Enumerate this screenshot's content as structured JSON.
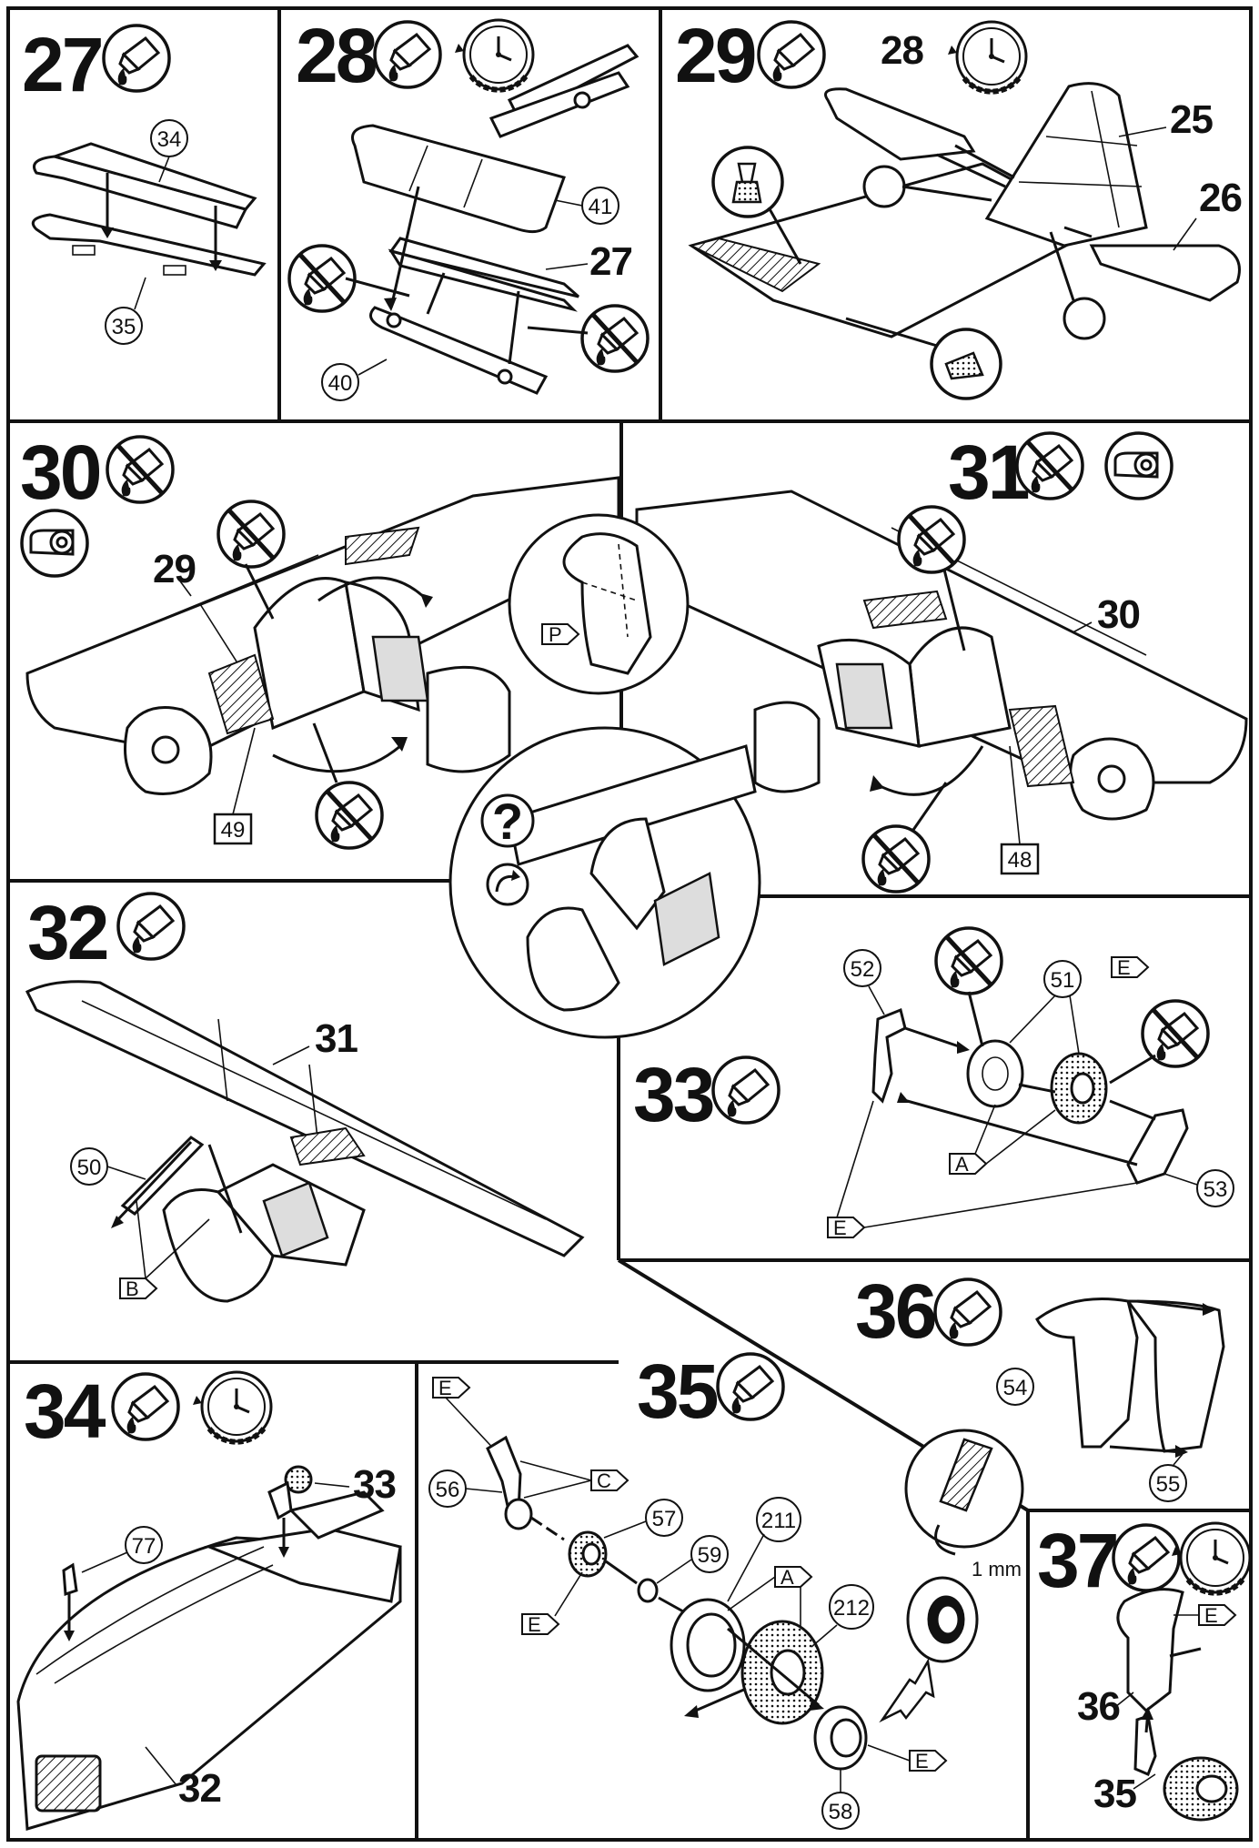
{
  "steps": [
    {
      "number": "27",
      "parts": [
        "34",
        "35"
      ]
    },
    {
      "number": "28",
      "parts": [
        "41",
        "27",
        "40"
      ]
    },
    {
      "number": "29",
      "parts": [
        "28",
        "25",
        "26"
      ]
    },
    {
      "number": "30",
      "parts": [
        "29",
        "49"
      ],
      "labels": [
        "P"
      ]
    },
    {
      "number": "31",
      "parts": [
        "30",
        "48"
      ],
      "labels": [
        "?"
      ]
    },
    {
      "number": "32",
      "parts": [
        "31",
        "50"
      ],
      "labels": [
        "B"
      ]
    },
    {
      "number": "33",
      "parts": [
        "52",
        "51",
        "53"
      ],
      "labels": [
        "E",
        "A",
        "E"
      ]
    },
    {
      "number": "34",
      "parts": [
        "77",
        "33",
        "32"
      ]
    },
    {
      "number": "35",
      "parts": [
        "56",
        "57",
        "59",
        "211",
        "212",
        "58"
      ],
      "labels": [
        "E",
        "C",
        "E",
        "A",
        "E"
      ],
      "note": "1 mm"
    },
    {
      "number": "36",
      "parts": [
        "54",
        "55"
      ]
    },
    {
      "number": "37",
      "parts": [
        "36",
        "35"
      ],
      "labels": [
        "E"
      ]
    }
  ],
  "symbols": {
    "glue": "glue-tube-icon",
    "no_glue": "no-glue-icon",
    "tape": "tape-icon",
    "clock": "drying-time-icon",
    "question": "optional-icon",
    "rotate": "rotate-icon"
  },
  "colors": {
    "ink": "#111111",
    "paper": "#ffffff"
  }
}
